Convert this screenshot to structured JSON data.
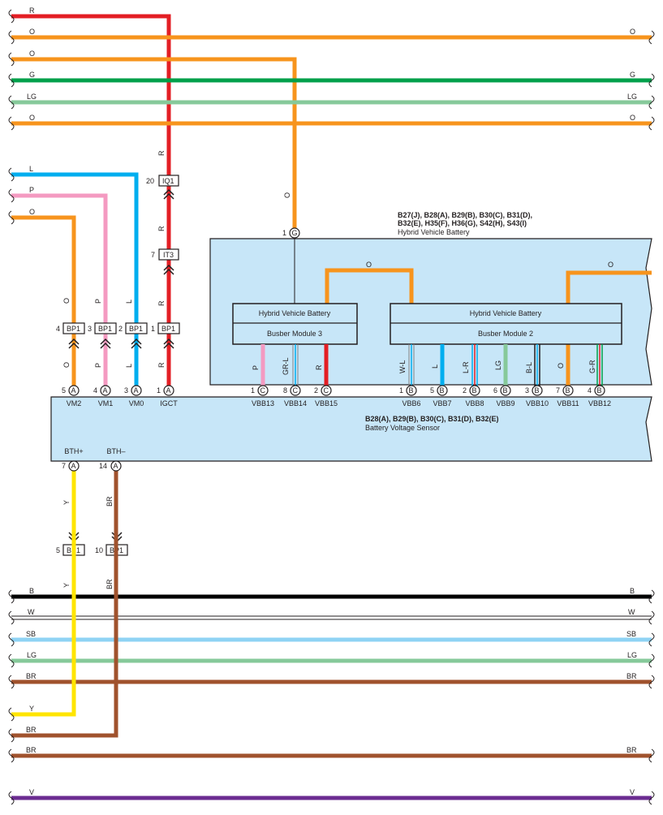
{
  "colors": {
    "R": "#e31e24",
    "O": "#f7941d",
    "G": "#00a04b",
    "LG": "#86c99a",
    "L": "#00aeef",
    "P": "#f49ac1",
    "Y": "#ffe500",
    "BR": "#a0522d",
    "B": "#000000",
    "W": "#ffffff",
    "SB": "#8fd3f4",
    "V": "#6b2c91",
    "box_fill": "#c7e6f8"
  },
  "bus_top": [
    {
      "wire": "R",
      "left_label": "R",
      "right_label": ""
    },
    {
      "wire": "O",
      "left_label": "O",
      "right_label": "O"
    },
    {
      "wire": "O",
      "left_label": "O",
      "right_label": ""
    },
    {
      "wire": "G",
      "left_label": "G",
      "right_label": "G"
    },
    {
      "wire": "LG",
      "left_label": "LG",
      "right_label": "LG"
    },
    {
      "wire": "O",
      "left_label": "O",
      "right_label": "O"
    }
  ],
  "mid_wires_left": [
    {
      "wire": "L",
      "label": "L"
    },
    {
      "wire": "P",
      "label": "P"
    },
    {
      "wire": "O",
      "label": "O"
    }
  ],
  "bus_bottom": [
    {
      "wire": "B",
      "left_label": "B",
      "right_label": "B"
    },
    {
      "wire": "W",
      "left_label": "W",
      "right_label": "W"
    },
    {
      "wire": "SB",
      "left_label": "SB",
      "right_label": "SB"
    },
    {
      "wire": "LG",
      "left_label": "LG",
      "right_label": "LG"
    },
    {
      "wire": "BR",
      "left_label": "BR",
      "right_label": "BR"
    },
    {
      "wire": "Y",
      "left_label": "Y",
      "right_label": ""
    },
    {
      "wire": "BR",
      "left_label": "BR",
      "right_label": ""
    },
    {
      "wire": "BR",
      "left_label": "BR",
      "right_label": "BR"
    },
    {
      "wire": "V",
      "left_label": "V",
      "right_label": "V"
    }
  ],
  "connectors": {
    "iq1": {
      "pin": "20",
      "name": "IQ1"
    },
    "it3": {
      "pin": "7",
      "name": "IT3"
    },
    "bp1_vm2": {
      "pin": "4",
      "name": "BP1"
    },
    "bp1_vm1": {
      "pin": "3",
      "name": "BP1"
    },
    "bp1_vm0": {
      "pin": "2",
      "name": "BP1"
    },
    "bp1_igct": {
      "pin": "1",
      "name": "BP1"
    },
    "bp1_bthp": {
      "pin": "5",
      "name": "BP1"
    },
    "bp1_bthm": {
      "pin": "10",
      "name": "BP1"
    }
  },
  "battery_block": {
    "codes_line1": "B27(J), B28(A), B29(B), B30(C), B31(D),",
    "codes_line2": "B32(E), H35(F), H36(G), S42(H), S43(I)",
    "name": "Hybrid Vehicle Battery",
    "top_pin": "1",
    "top_letter": "G",
    "module3": {
      "title": "Hybrid Vehicle Battery",
      "name": "Busber Module 3"
    },
    "module2": {
      "title": "Hybrid Vehicle Battery",
      "name": "Busber Module 2"
    },
    "jumper_label": "O",
    "right_wire_label": "O"
  },
  "sensor_block": {
    "codes": "B28(A), B29(B), B30(C), B31(D), B32(E)",
    "name": "Battery Voltage Sensor"
  },
  "sensor_top_pins": [
    {
      "pin": "5",
      "letter": "A",
      "name": "VM2",
      "wire": "O"
    },
    {
      "pin": "4",
      "letter": "A",
      "name": "VM1",
      "wire": "P"
    },
    {
      "pin": "3",
      "letter": "A",
      "name": "VM0",
      "wire": "L"
    },
    {
      "pin": "1",
      "letter": "A",
      "name": "IGCT",
      "wire": "R"
    },
    {
      "pin": "1",
      "letter": "C",
      "name": "VBB13",
      "wire": "P"
    },
    {
      "pin": "8",
      "letter": "C",
      "name": "VBB14",
      "wire": "GR-L"
    },
    {
      "pin": "2",
      "letter": "C",
      "name": "VBB15",
      "wire": "R"
    },
    {
      "pin": "1",
      "letter": "B",
      "name": "VBB6",
      "wire": "W-L"
    },
    {
      "pin": "5",
      "letter": "B",
      "name": "VBB7",
      "wire": "L"
    },
    {
      "pin": "2",
      "letter": "B",
      "name": "VBB8",
      "wire": "L-R"
    },
    {
      "pin": "6",
      "letter": "B",
      "name": "VBB9",
      "wire": "LG"
    },
    {
      "pin": "3",
      "letter": "B",
      "name": "VBB10",
      "wire": "B-L"
    },
    {
      "pin": "7",
      "letter": "B",
      "name": "VBB11",
      "wire": "O"
    },
    {
      "pin": "4",
      "letter": "B",
      "name": "VBB12",
      "wire": "G-R"
    }
  ],
  "sensor_bottom_pins": [
    {
      "pin": "7",
      "letter": "A",
      "name": "BTH+",
      "wire": "Y"
    },
    {
      "pin": "14",
      "letter": "A",
      "name": "BTH–",
      "wire": "BR"
    }
  ],
  "wire_labels": {
    "red_top": "R",
    "red_mid": "R",
    "red_low": "R",
    "orange_drop": "O",
    "vm2_up": "O",
    "vm2_low": "O",
    "vm1_up": "P",
    "vm1_low": "P",
    "vm0_up": "L",
    "vm0_low": "L",
    "bthp_up": "Y",
    "bthp_low": "Y",
    "bthm_up": "BR",
    "bthm_low": "BR"
  }
}
